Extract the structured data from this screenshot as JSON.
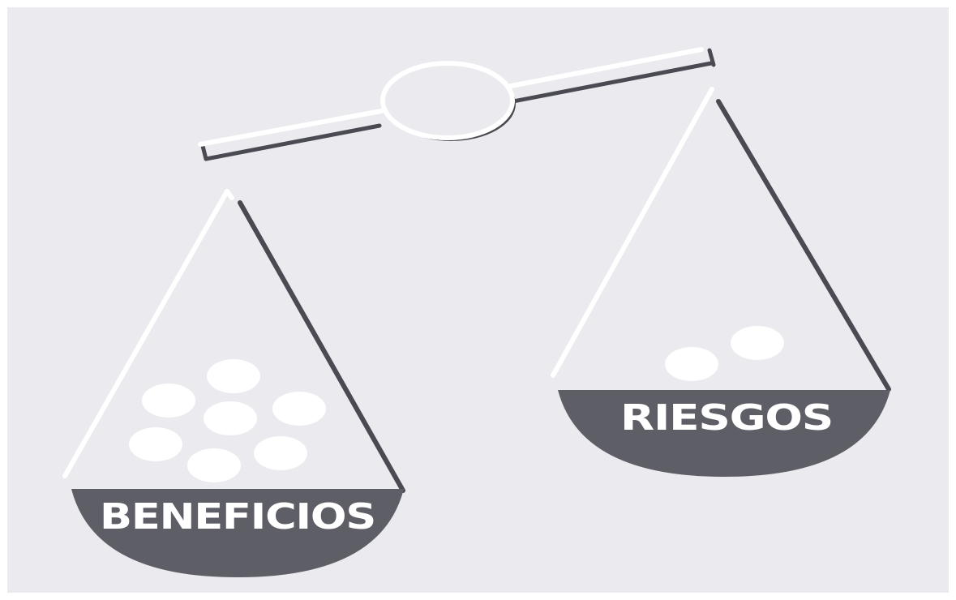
{
  "pans": {
    "left_label": "BENEFICIOS",
    "right_label": "RIESGOS"
  },
  "counts": {
    "left_balls": 7,
    "right_balls": 2
  },
  "colors": {
    "background": "#ebeaee",
    "frame": "#ffffff",
    "shadow": "#4a4a52",
    "pan_fill": "#5e5e66",
    "ball": "#ffffff"
  }
}
